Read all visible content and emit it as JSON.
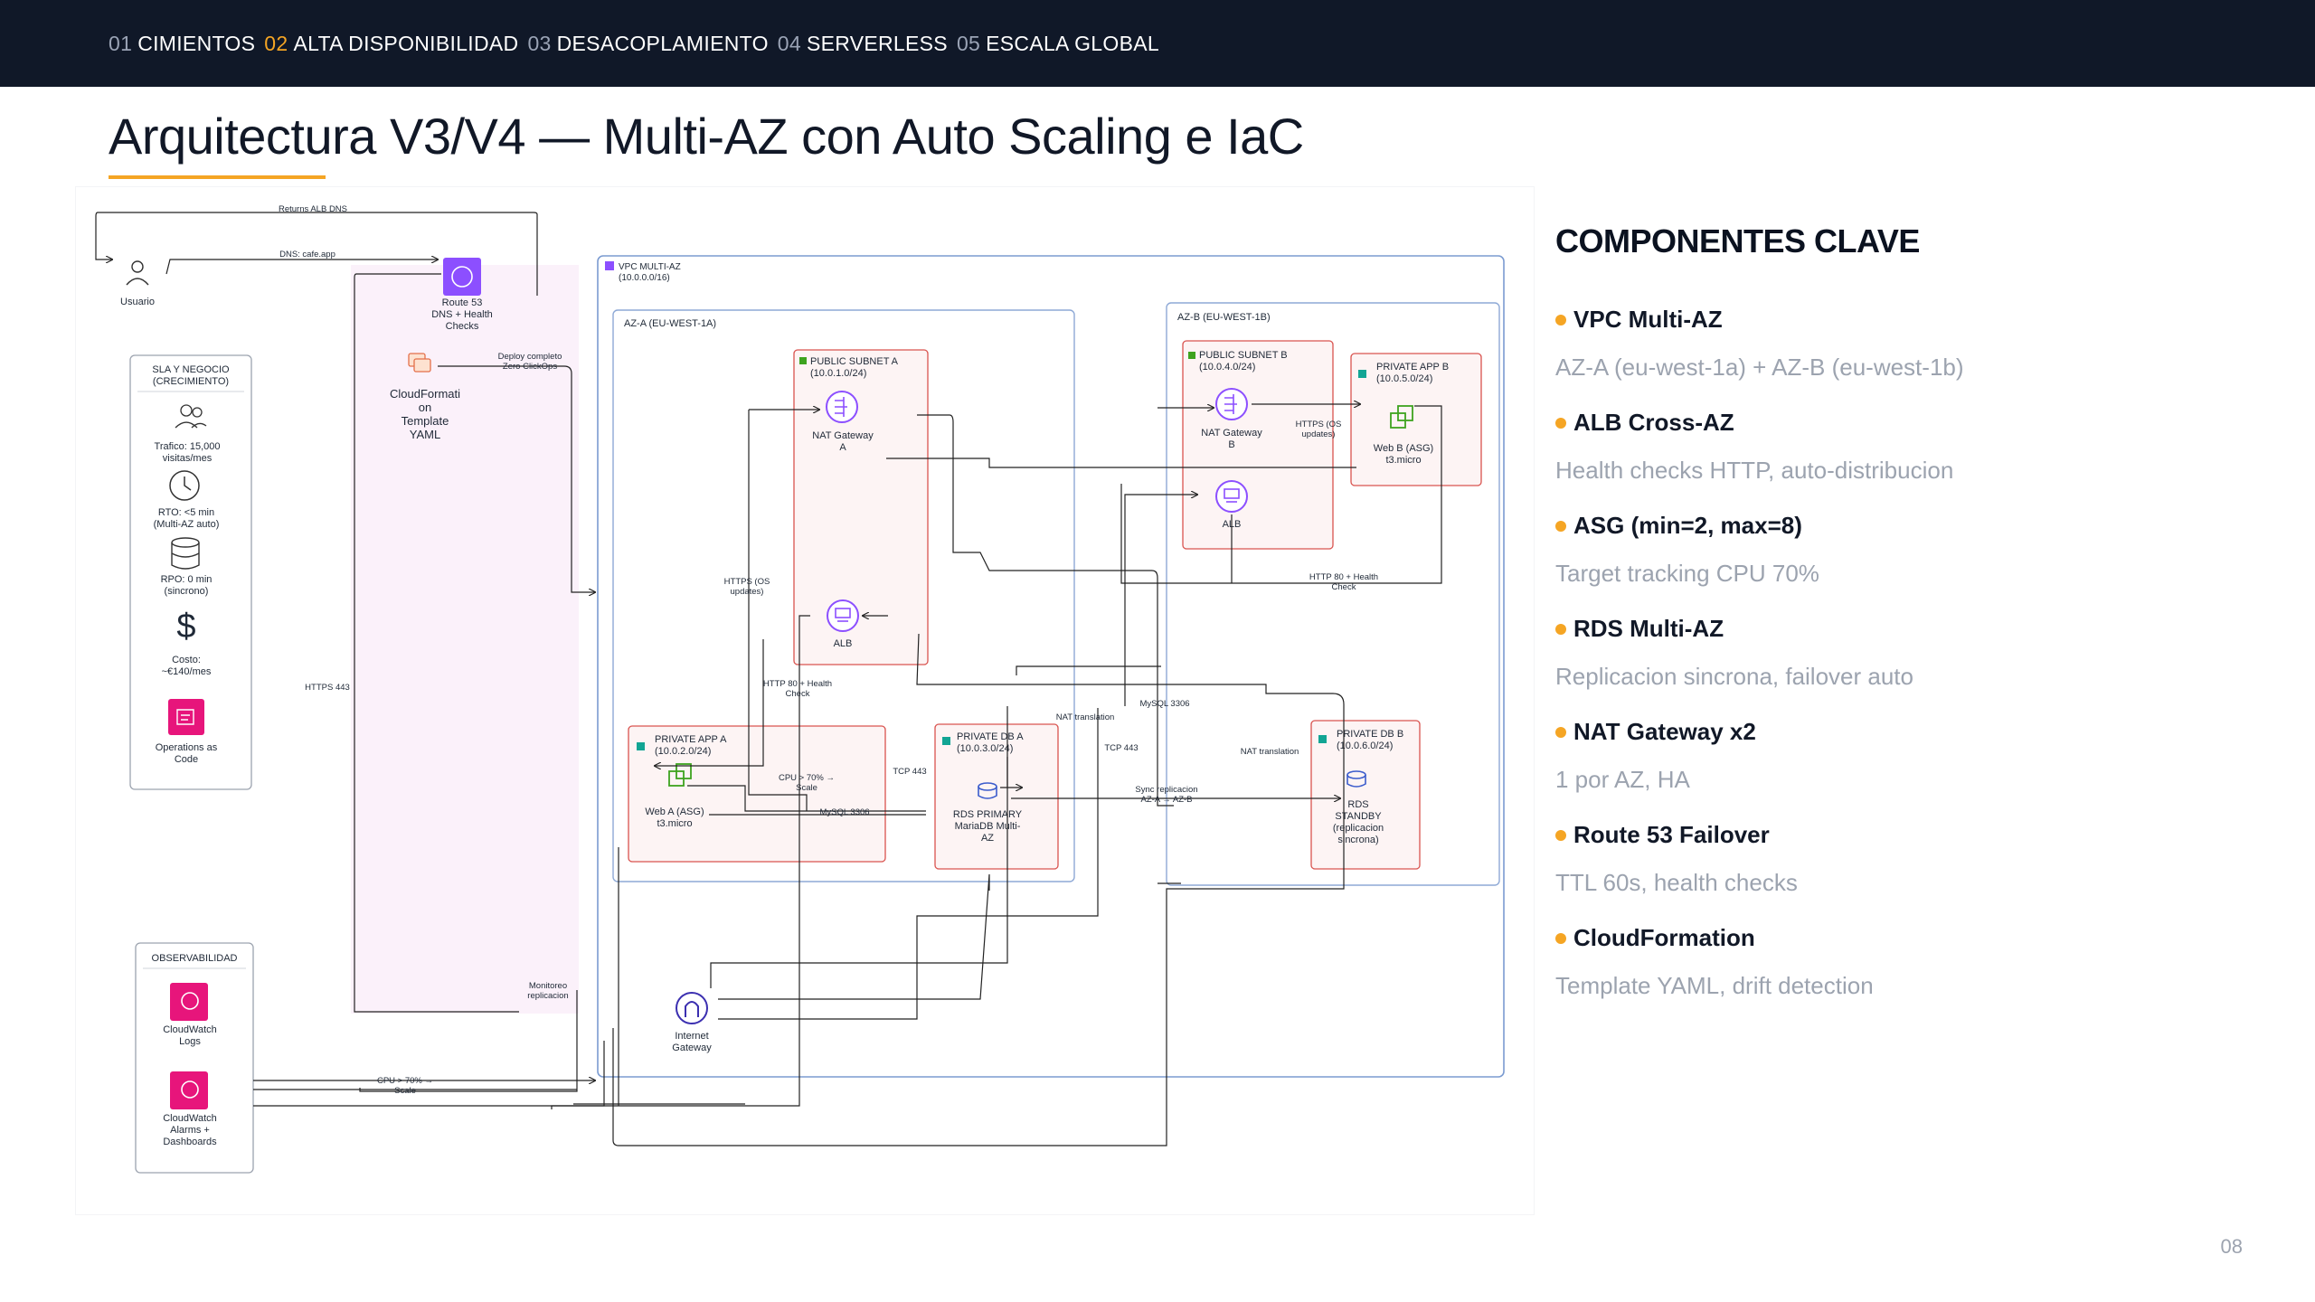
{
  "nav": {
    "steps": [
      {
        "num": "01",
        "label": "CIMIENTOS",
        "active": false
      },
      {
        "num": "02",
        "label": "ALTA DISPONIBILIDAD",
        "active": true
      },
      {
        "num": "03",
        "label": "DESACOPLAMIENTO",
        "active": false
      },
      {
        "num": "04",
        "label": "SERVERLESS",
        "active": false
      },
      {
        "num": "05",
        "label": "ESCALA GLOBAL",
        "active": false
      }
    ]
  },
  "title": "Arquitectura V3/V4 — Multi-AZ con Auto Scaling e IaC",
  "diagram": {
    "user": "Usuario",
    "route53": [
      "Route 53",
      "DNS + Health",
      "Checks"
    ],
    "cloudformation": [
      "CloudFormati",
      "on",
      "Template",
      "YAML"
    ],
    "sla": {
      "title": [
        "SLA Y NEGOCIO",
        "(CRECIMIENTO)"
      ],
      "traffic": [
        "Trafico: 15,000",
        "visitas/mes"
      ],
      "rto": [
        "RTO: <5 min",
        "(Multi-AZ auto)"
      ],
      "rpo": [
        "RPO: 0 min",
        "(sincrono)"
      ],
      "cost": [
        "Costo:",
        "~€140/mes"
      ],
      "ops": [
        "Operations as",
        "Code"
      ]
    },
    "observability": {
      "title": "OBSERVABILIDAD",
      "logs": [
        "CloudWatch",
        "Logs"
      ],
      "alarms": [
        "CloudWatch",
        "Alarms +",
        "Dashboards"
      ]
    },
    "vpc": [
      "VPC MULTI-AZ",
      "(10.0.0.0/16)"
    ],
    "aza": "AZ-A (EU-WEST-1A)",
    "azb": "AZ-B (EU-WEST-1B)",
    "pubA": [
      "PUBLIC SUBNET A",
      "(10.0.1.0/24)"
    ],
    "pubB": [
      "PUBLIC SUBNET B",
      "(10.0.4.0/24)"
    ],
    "privAppA": [
      "PRIVATE APP A",
      "(10.0.2.0/24)"
    ],
    "privAppB": [
      "PRIVATE APP B",
      "(10.0.5.0/24)"
    ],
    "privDbA": [
      "PRIVATE DB A",
      "(10.0.3.0/24)"
    ],
    "privDbB": [
      "PRIVATE DB B",
      "(10.0.6.0/24)"
    ],
    "natA": [
      "NAT Gateway",
      "A"
    ],
    "natB": [
      "NAT Gateway",
      "B"
    ],
    "alb": "ALB",
    "webA": [
      "Web A (ASG)",
      "t3.micro"
    ],
    "webB": [
      "Web B (ASG)",
      "t3.micro"
    ],
    "rdsPrimary": [
      "RDS PRIMARY",
      "MariaDB Multi-",
      "AZ"
    ],
    "rdsStandby": [
      "RDS",
      "STANDBY",
      "(replicacion",
      "sincrona)"
    ],
    "igw": [
      "Internet",
      "Gateway"
    ],
    "edges": {
      "returns": "Returns ALB DNS",
      "dns": "DNS: cafe.app",
      "deploy": [
        "Deploy completo",
        "Zero ClickOps"
      ],
      "https443": "HTTPS 443",
      "httpsOs": [
        "HTTPS (OS",
        "updates)"
      ],
      "http80": [
        "HTTP 80 + Health",
        "Check"
      ],
      "cpu": [
        "CPU > 70% →",
        "Scale"
      ],
      "mysql": "MySQL 3306",
      "tcp443": "TCP 443",
      "natTrans": "NAT translation",
      "sync": [
        "Sync replicacion",
        "AZ-A → AZ-B"
      ],
      "monitor": [
        "Monitoreo",
        "replicacion"
      ]
    }
  },
  "side": {
    "title": "COMPONENTES CLAVE",
    "items": [
      {
        "name": "VPC Multi-AZ",
        "desc": "AZ-A (eu-west-1a) + AZ-B (eu-west-1b)"
      },
      {
        "name": "ALB Cross-AZ",
        "desc": "Health checks HTTP, auto-distribucion"
      },
      {
        "name": "ASG (min=2, max=8)",
        "desc": "Target tracking CPU 70%"
      },
      {
        "name": "RDS Multi-AZ",
        "desc": "Replicacion sincrona, failover auto"
      },
      {
        "name": "NAT Gateway x2",
        "desc": "1 por AZ, HA"
      },
      {
        "name": "Route 53 Failover",
        "desc": "TTL 60s, health checks"
      },
      {
        "name": "CloudFormation",
        "desc": "Template YAML, drift detection"
      }
    ]
  },
  "page": "08",
  "colors": {
    "accent": "#f5a524",
    "nav_bg": "#101828",
    "subnet_red": "#d9534f",
    "vpc_purple": "#8c4fff",
    "az_blue": "#5b8fd6",
    "pink": "#e7157b",
    "teal": "#12a594",
    "green": "#3ea31f"
  }
}
